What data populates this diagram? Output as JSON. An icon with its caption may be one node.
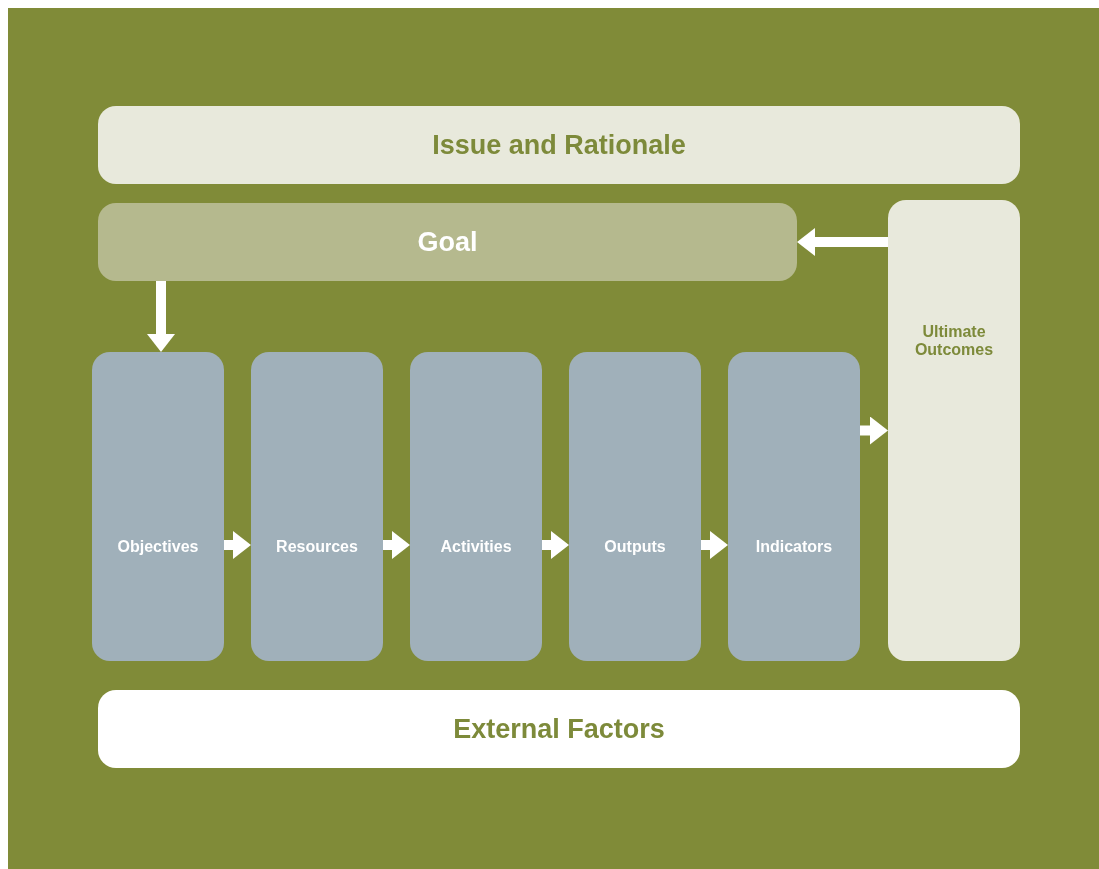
{
  "diagram": {
    "nodes": [
      {
        "text": [
          "Issue and Rationale"
        ]
      },
      {
        "text": [
          "Goal"
        ]
      },
      {
        "text": [
          "Ultimate Outcomes"
        ]
      },
      {
        "text": [
          "Objectives"
        ]
      },
      {
        "text": [
          "Resources"
        ]
      },
      {
        "text": [
          "Activities"
        ]
      },
      {
        "text": [
          "Outputs"
        ]
      },
      {
        "text": [
          "Indicators"
        ]
      },
      {
        "text": [
          "External Factors"
        ]
      }
    ],
    "edges": [
      {
        "from": 2,
        "to": 1,
        "arrow": "to"
      },
      {
        "from": 1,
        "to": 3,
        "arrow": "to"
      },
      {
        "from": 3,
        "to": 4,
        "arrow": "to"
      },
      {
        "from": 4,
        "to": 5,
        "arrow": "to"
      },
      {
        "from": 5,
        "to": 6,
        "arrow": "to"
      },
      {
        "from": 6,
        "to": 7,
        "arrow": "to"
      },
      {
        "from": 7,
        "to": 2,
        "arrow": "to"
      }
    ]
  }
}
